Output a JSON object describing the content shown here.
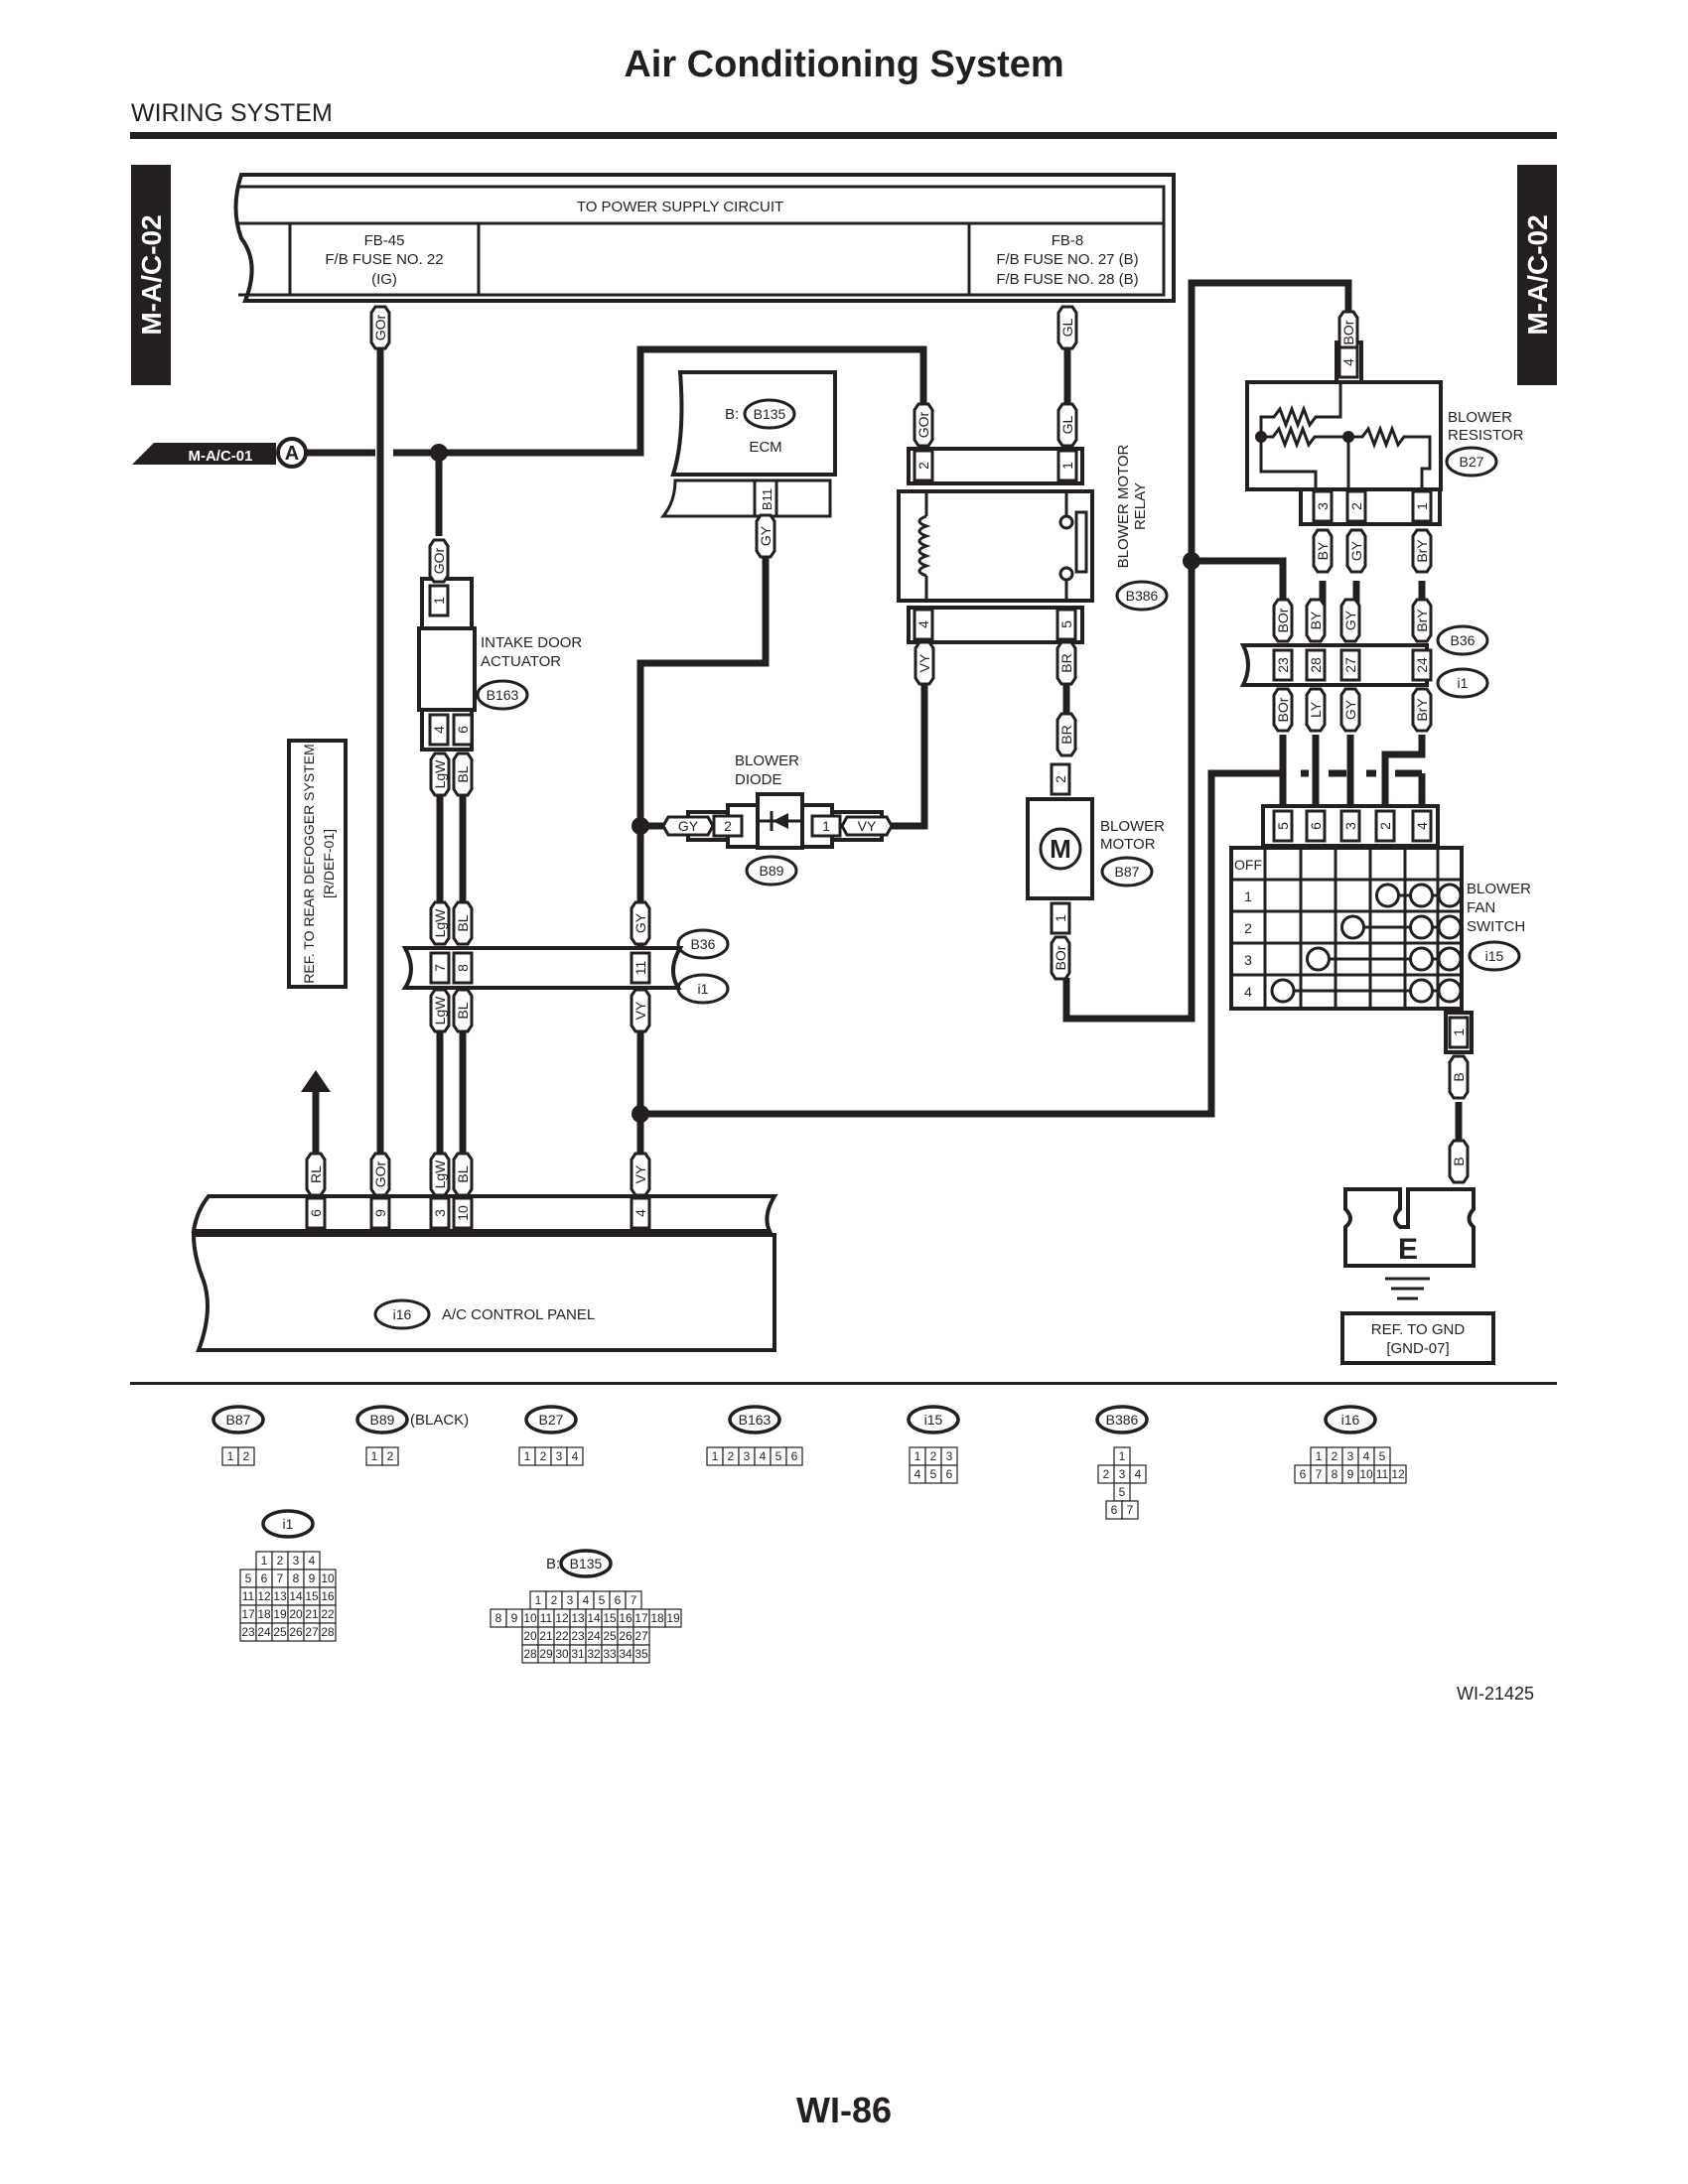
{
  "page": {
    "title": "Air Conditioning System",
    "section": "WIRING SYSTEM",
    "figure_id": "WI-21425",
    "page_number": "WI-86",
    "side_tab_label": "M-A/C-02"
  },
  "power_supply": {
    "title": "TO POWER SUPPLY CIRCUIT",
    "fuse_left": [
      "FB-45",
      "F/B FUSE NO. 22",
      "(IG)"
    ],
    "fuse_right": [
      "FB-8",
      "F/B FUSE NO. 27 (B)",
      "F/B FUSE NO. 28 (B)"
    ]
  },
  "offpage": {
    "label": "M-A/C-01",
    "marker": "A"
  },
  "components": {
    "ecm": {
      "prefix": "B:",
      "connector": "B135",
      "name": "ECM",
      "pin": "B11"
    },
    "relay": {
      "name_line1": "BLOWER MOTOR",
      "name_line2": "RELAY",
      "connector": "B386"
    },
    "resistor": {
      "name_line1": "BLOWER",
      "name_line2": "RESISTOR",
      "connector": "B27"
    },
    "intake": {
      "name_line1": "INTAKE DOOR",
      "name_line2": "ACTUATOR",
      "connector": "B163"
    },
    "diode": {
      "name_line1": "BLOWER",
      "name_line2": "DIODE",
      "connector": "B89"
    },
    "motor": {
      "name_line1": "BLOWER",
      "name_line2": "MOTOR",
      "connector": "B87",
      "symbol": "M"
    },
    "fan_switch": {
      "name_line1": "BLOWER",
      "name_line2": "FAN",
      "name_line3": "SWITCH",
      "connector": "i15",
      "rows": [
        "OFF",
        "1",
        "2",
        "3",
        "4"
      ],
      "top_pins": [
        "5",
        "6",
        "3",
        "2",
        "4"
      ],
      "bottom_pin": "1",
      "bottom_wire": "B"
    },
    "control_panel": {
      "connector": "i16",
      "name": "A/C CONTROL PANEL"
    },
    "ground": {
      "symbol": "E",
      "ref_line1": "REF. TO GND",
      "ref_line2": "[GND-07]"
    },
    "defogger_ref": {
      "line1": "REF. TO REAR DEFOGGER SYSTEM",
      "line2": "[R/DEF-01]"
    },
    "joint_left": {
      "connector_a": "B36",
      "connector_b": "i1"
    },
    "joint_right": {
      "connector_a": "B36",
      "connector_b": "i1"
    }
  },
  "wires": {
    "gor": "GOr",
    "gl": "GL",
    "bor": "BOr",
    "gy": "GY",
    "vy": "VY",
    "br": "BR",
    "by": "BY",
    "ly": "LY",
    "bry": "BrY",
    "lgw": "LgW",
    "bl": "BL",
    "rl": "RL",
    "b": "B"
  },
  "pins": {
    "relay": [
      "2",
      "1",
      "4",
      "5"
    ],
    "resistor": [
      "4",
      "3",
      "2",
      "1"
    ],
    "intake": [
      "1",
      "4",
      "6"
    ],
    "diode": [
      "2",
      "1"
    ],
    "motor": [
      "2",
      "1"
    ],
    "joint_left": [
      "7",
      "8",
      "11"
    ],
    "joint_right": [
      "23",
      "28",
      "27",
      "24"
    ],
    "panel": [
      "6",
      "9",
      "3",
      "10",
      "4"
    ]
  },
  "connector_views": [
    {
      "id": "B87",
      "note": "",
      "rows": [
        [
          "1",
          "2"
        ]
      ]
    },
    {
      "id": "B89",
      "note": "(BLACK)",
      "rows": [
        [
          "1",
          "2"
        ]
      ]
    },
    {
      "id": "B27",
      "note": "",
      "rows": [
        [
          "1",
          "2",
          "3",
          "4"
        ]
      ]
    },
    {
      "id": "B163",
      "note": "",
      "rows": [
        [
          "1",
          "2",
          "3",
          "4",
          "5",
          "6"
        ]
      ]
    },
    {
      "id": "i15",
      "note": "",
      "rows": [
        [
          "1",
          "2",
          "3"
        ],
        [
          "4",
          "5",
          "6"
        ]
      ]
    },
    {
      "id": "B386",
      "note": "",
      "rows": [
        [
          "1"
        ],
        [
          "2",
          "3",
          "4"
        ],
        [
          "5"
        ],
        [
          "6",
          "7"
        ]
      ]
    },
    {
      "id": "i16",
      "note": "",
      "rows": [
        [
          "1",
          "2",
          "3",
          "4",
          "5"
        ],
        [
          "6",
          "7",
          "8",
          "9",
          "10",
          "11",
          "12"
        ]
      ]
    },
    {
      "id": "i1",
      "note": "",
      "rows": [
        [
          "1",
          "2",
          "3",
          "4"
        ],
        [
          "5",
          "6",
          "7",
          "8",
          "9",
          "10"
        ],
        [
          "11",
          "12",
          "13",
          "14",
          "15",
          "16"
        ],
        [
          "17",
          "18",
          "19",
          "20",
          "21",
          "22"
        ],
        [
          "23",
          "24",
          "25",
          "26",
          "27",
          "28"
        ]
      ]
    },
    {
      "id": "B135",
      "note": "B:",
      "rows": [
        [
          "1",
          "2",
          "3",
          "4",
          "5",
          "6",
          "7"
        ],
        [
          "8",
          "9",
          "10",
          "11",
          "12",
          "13",
          "14",
          "15",
          "16",
          "17",
          "18",
          "19"
        ],
        [
          "20",
          "21",
          "22",
          "23",
          "24",
          "25",
          "26",
          "27"
        ],
        [
          "28",
          "29",
          "30",
          "31",
          "32",
          "33",
          "34",
          "35"
        ]
      ]
    }
  ]
}
